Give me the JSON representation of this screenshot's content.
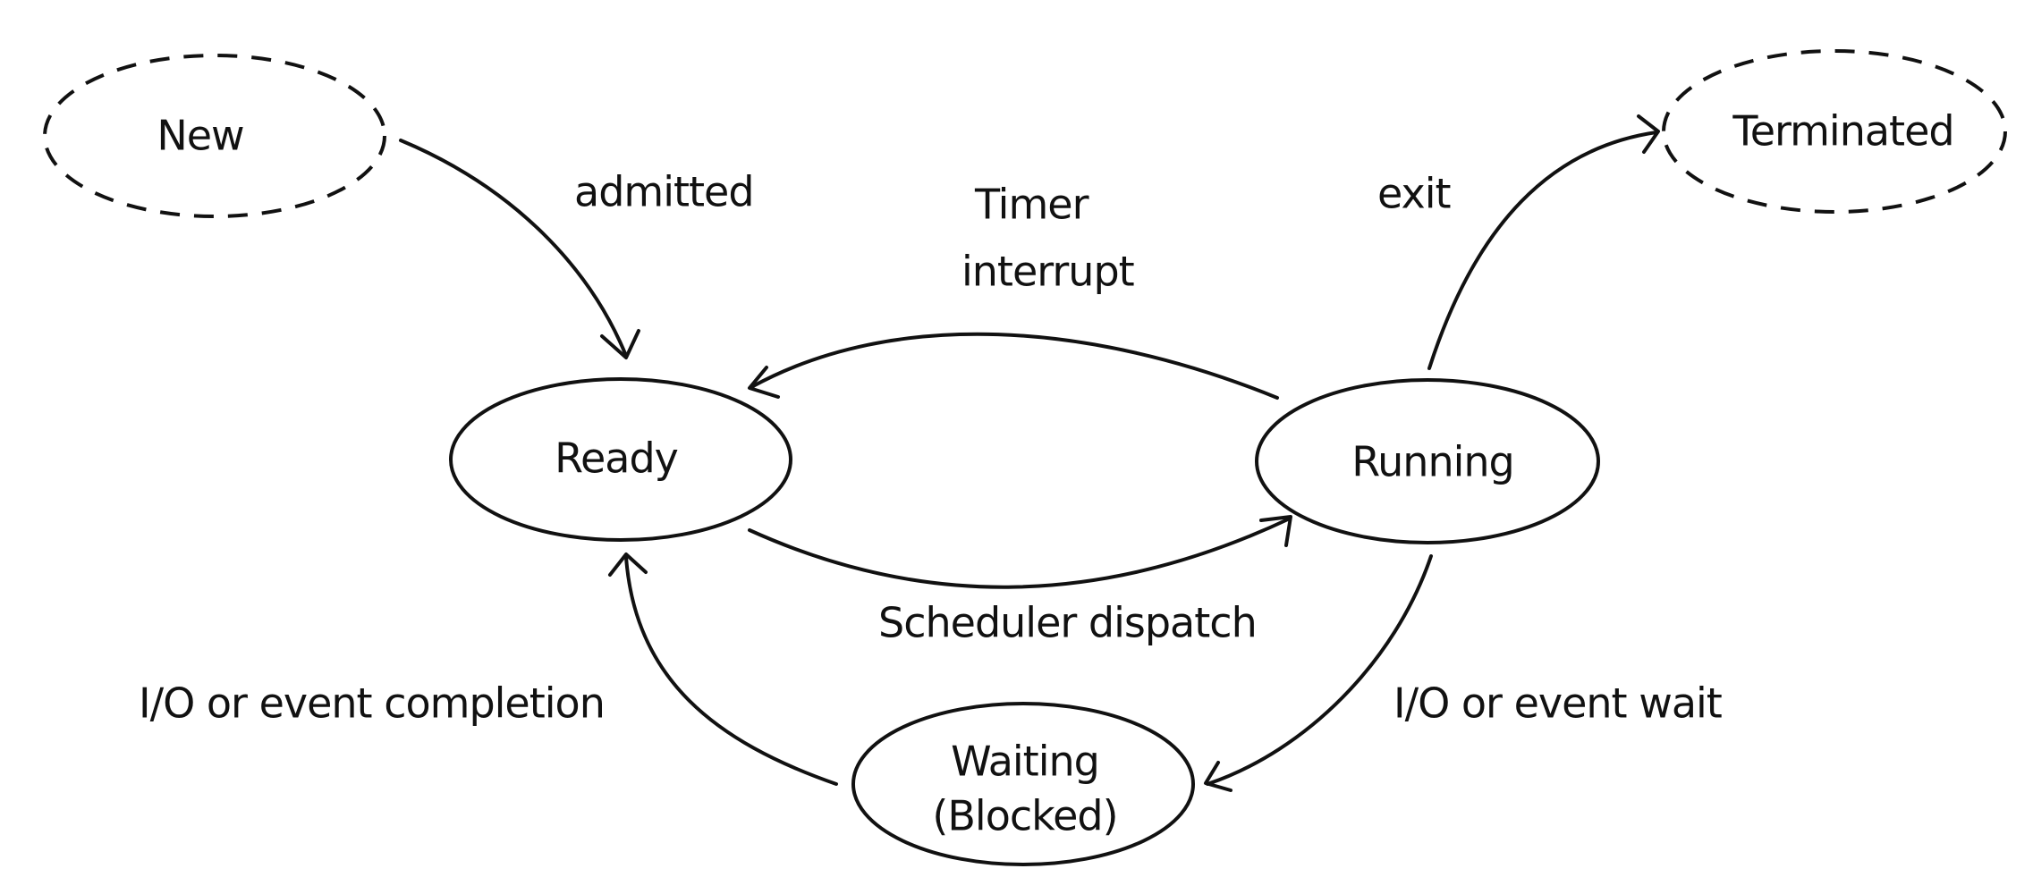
{
  "colors": {
    "ink": "#111111",
    "background": "#ffffff"
  },
  "states": {
    "new": {
      "label": "New",
      "style": "dashed"
    },
    "terminated": {
      "label": "Terminated",
      "style": "dashed"
    },
    "ready": {
      "label": "Ready",
      "style": "solid"
    },
    "running": {
      "label": "Running",
      "style": "solid"
    },
    "waiting": {
      "line1": "Waiting",
      "line2": "(Blocked)",
      "style": "solid"
    }
  },
  "transitions": {
    "admitted": {
      "from": "New",
      "to": "Ready",
      "label": "admitted"
    },
    "exit": {
      "from": "Running",
      "to": "Terminated",
      "label": "exit"
    },
    "timer_interrupt": {
      "from": "Running",
      "to": "Ready",
      "line1": "Timer",
      "line2": "interrupt"
    },
    "scheduler_dispatch": {
      "from": "Ready",
      "to": "Running",
      "label": "Scheduler dispatch"
    },
    "io_event_wait": {
      "from": "Running",
      "to": "Waiting",
      "label": "I/O or event wait"
    },
    "io_event_completion": {
      "from": "Waiting",
      "to": "Ready",
      "label": "I/O or event completion"
    }
  }
}
